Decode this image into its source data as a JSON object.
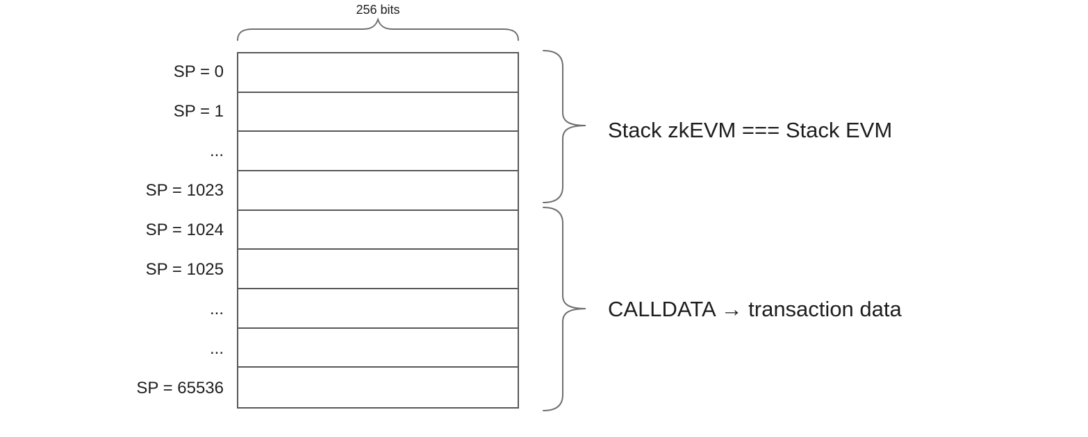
{
  "stack": {
    "bit_width_label": "256 bits",
    "rows": [
      {
        "label": "SP = 0"
      },
      {
        "label": "SP = 1"
      },
      {
        "label": "..."
      },
      {
        "label": "SP = 1023"
      },
      {
        "label": "SP = 1024"
      },
      {
        "label": "SP = 1025"
      },
      {
        "label": "..."
      },
      {
        "label": "..."
      },
      {
        "label": "SP = 65536"
      }
    ]
  },
  "annotations": {
    "stack_region_label": "Stack zkEVM === Stack EVM",
    "calldata_region_label": "CALLDATA → transaction data"
  },
  "colors": {
    "table_line": "#575757",
    "brace": "#6e6e6e",
    "text": "#1d1d1d"
  }
}
